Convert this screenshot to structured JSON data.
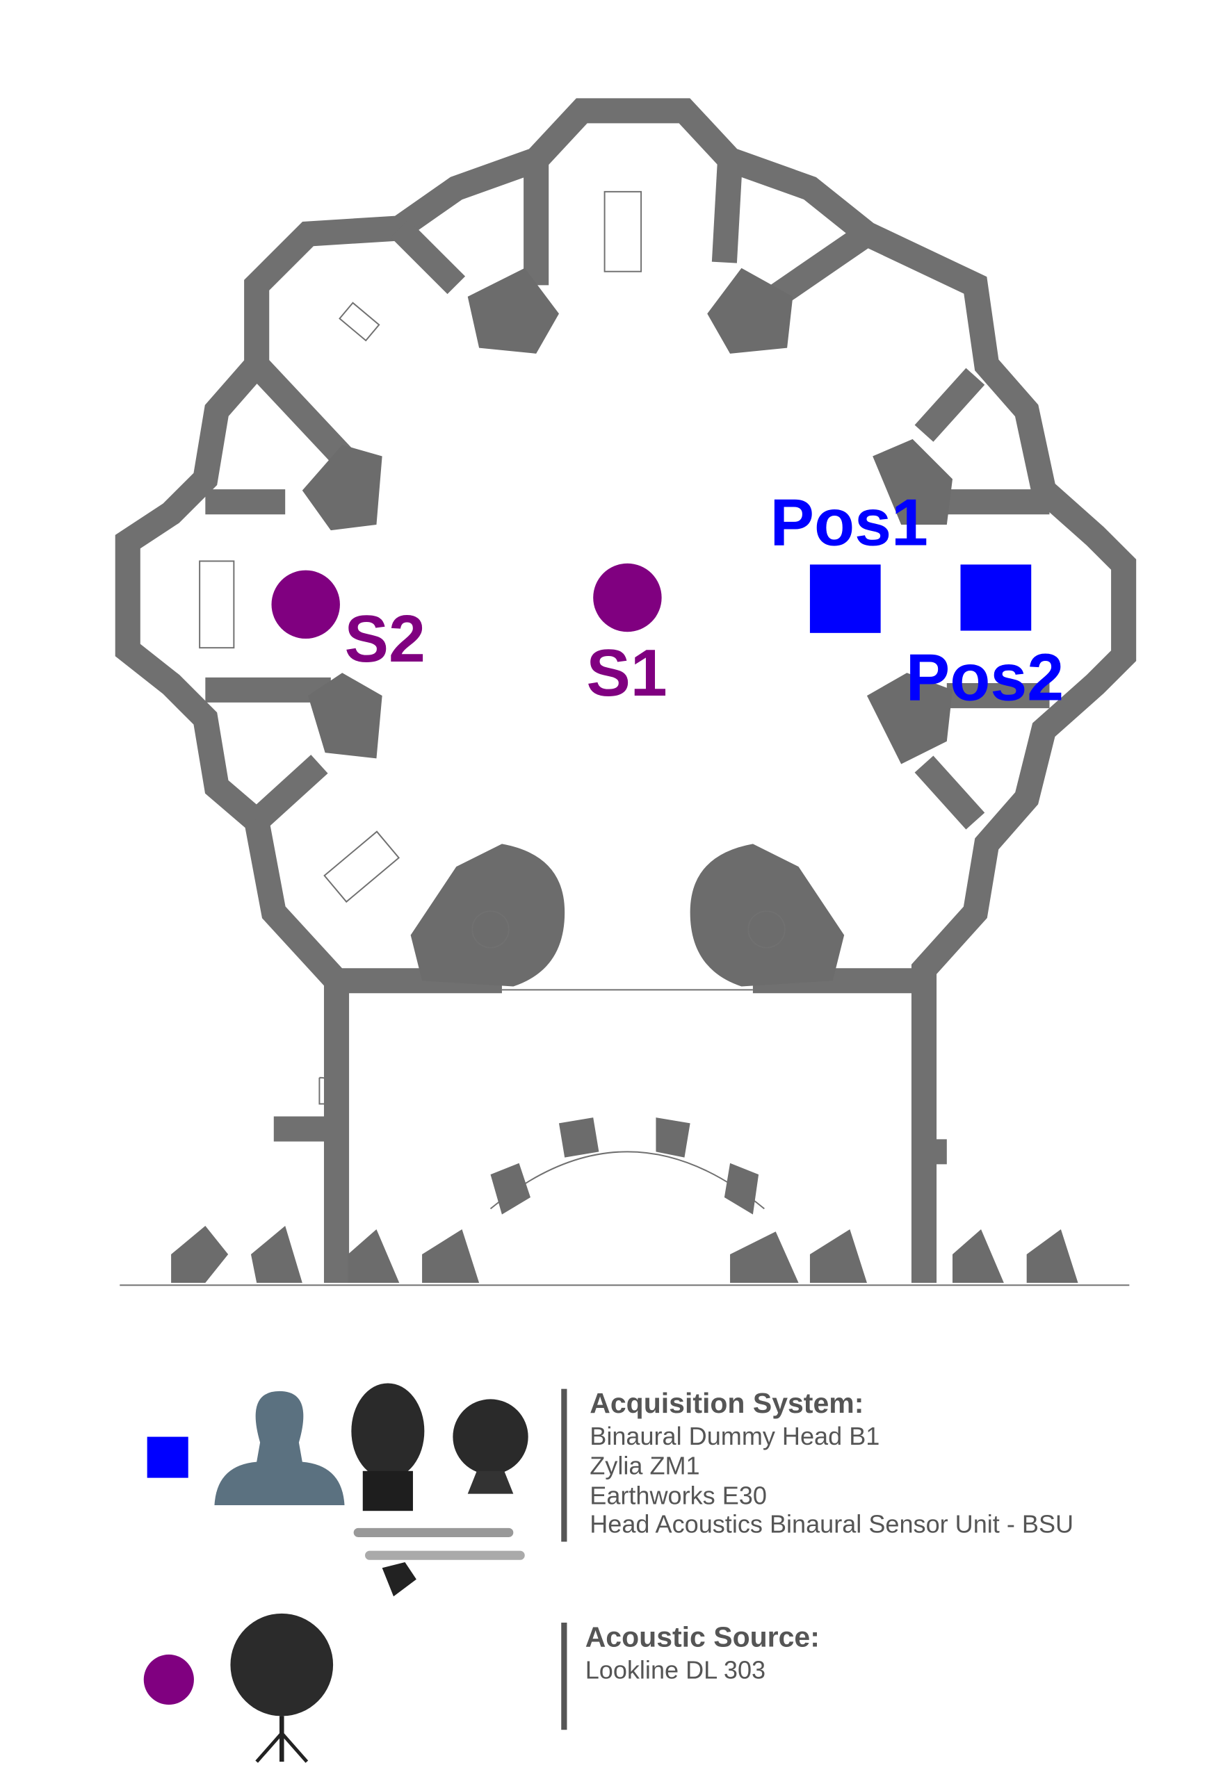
{
  "colors": {
    "receiver": "#0000ff",
    "source": "#800080",
    "wall": "#707070",
    "legend_text": "#555555"
  },
  "plan": {
    "sources": [
      {
        "label": "S2"
      },
      {
        "label": "S1"
      }
    ],
    "receivers": [
      {
        "label": "Pos1"
      },
      {
        "label": "Pos2"
      }
    ]
  },
  "legend": {
    "acquisition": {
      "heading": "Acquisition System:",
      "items": [
        "Binaural Dummy Head B1",
        "Zylia ZM1",
        "Earthworks E30",
        "Head Acoustics Binaural Sensor Unit - BSU"
      ]
    },
    "source": {
      "heading": "Acoustic Source:",
      "items": [
        "Lookline DL 303"
      ]
    }
  }
}
